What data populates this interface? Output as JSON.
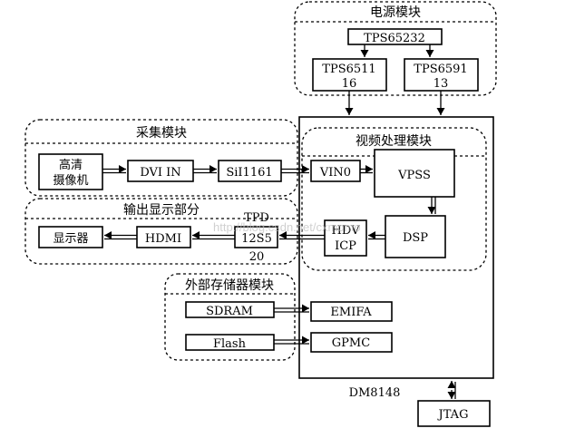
{
  "modules": {
    "power": "电源模块",
    "capture": "采集模块",
    "output": "输出显示部分",
    "video_processing": "视频处理模块",
    "storage": "外部存储器模块"
  },
  "blocks": {
    "tps65232": "TPS65232",
    "tps6511_l1": "TPS6511",
    "tps6511_l2": "16",
    "tps6591_l1": "TPS6591",
    "tps6591_l2": "13",
    "camera_l1": "高清",
    "camera_l2": "摄像机",
    "dvi_in": "DVI IN",
    "sii1161": "SiI1161",
    "vin0": "VIN0",
    "vpss": "VPSS",
    "dsp": "DSP",
    "hdvicp_l1": "HDV",
    "hdvicp_l2": "ICP",
    "tpd_l1": "TPD",
    "tpd_l2": "12S5",
    "tpd_l3": "20",
    "hdmi": "HDMI",
    "display": "显示器",
    "sdram": "SDRAM",
    "flash": "Flash",
    "emifa": "EMIFA",
    "gpmc": "GPMC",
    "dm8148": "DM8148",
    "jtag": "JTAG"
  },
  "watermark": "http://blog.csdn.net/cxmomo"
}
